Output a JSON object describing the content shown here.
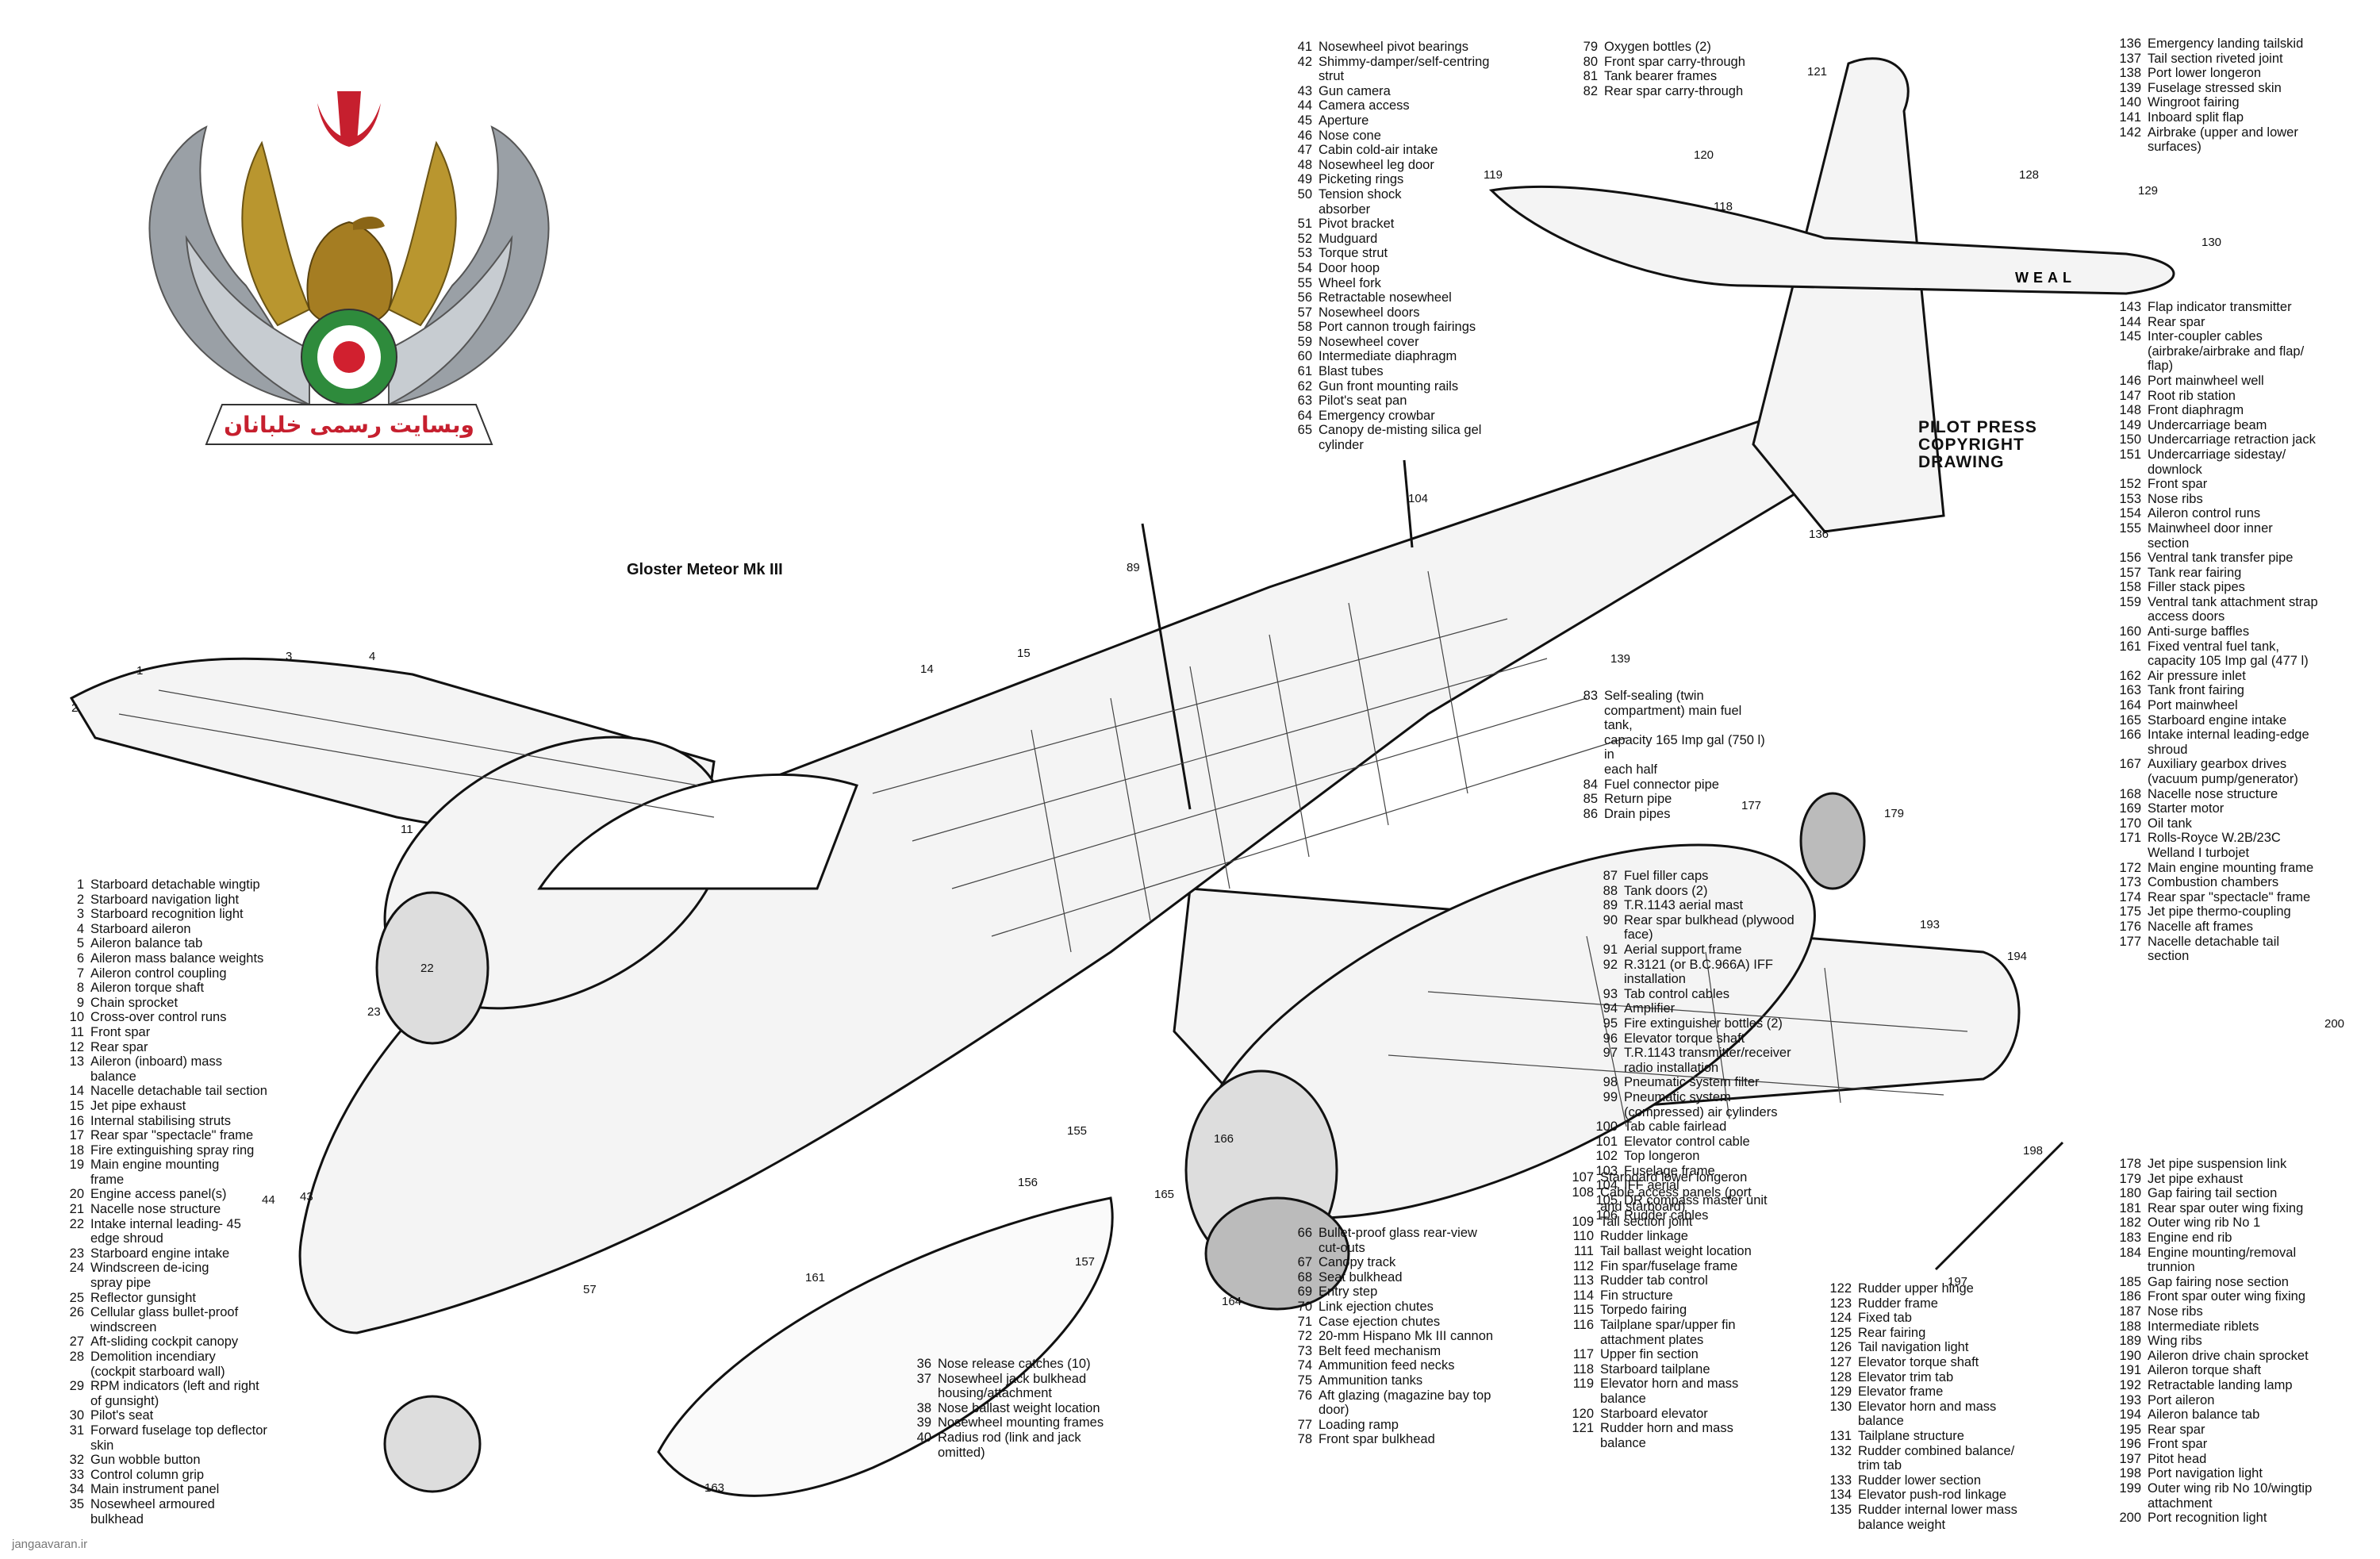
{
  "title": "Gloster Meteor Mk III",
  "copyright": [
    "PILOT PRESS",
    "COPYRIGHT",
    "DRAWING"
  ],
  "watermark": "jangaavaran.ir",
  "emblem_text": "وبسایت رسمی خلبانان",
  "artist_signature": "WEAL",
  "legend_a": [
    {
      "n": "1",
      "t": "Starboard detachable wingtip"
    },
    {
      "n": "2",
      "t": "Starboard navigation light"
    },
    {
      "n": "3",
      "t": "Starboard recognition light"
    },
    {
      "n": "4",
      "t": "Starboard aileron"
    },
    {
      "n": "5",
      "t": "Aileron balance tab"
    },
    {
      "n": "6",
      "t": "Aileron mass balance weights"
    },
    {
      "n": "7",
      "t": "Aileron control coupling"
    },
    {
      "n": "8",
      "t": "Aileron torque shaft"
    },
    {
      "n": "9",
      "t": "Chain sprocket"
    },
    {
      "n": "10",
      "t": "Cross-over control runs"
    },
    {
      "n": "11",
      "t": "Front spar"
    },
    {
      "n": "12",
      "t": "Rear spar"
    },
    {
      "n": "13",
      "t": "Aileron (inboard) mass\nbalance"
    },
    {
      "n": "14",
      "t": "Nacelle detachable tail section"
    },
    {
      "n": "15",
      "t": "Jet pipe exhaust"
    },
    {
      "n": "16",
      "t": "Internal stabilising struts"
    },
    {
      "n": "17",
      "t": "Rear spar \"spectacle\" frame"
    },
    {
      "n": "18",
      "t": "Fire extinguishing spray ring"
    },
    {
      "n": "19",
      "t": "Main engine mounting\nframe"
    },
    {
      "n": "20",
      "t": "Engine access panel(s)"
    },
    {
      "n": "21",
      "t": "Nacelle nose structure"
    },
    {
      "n": "22",
      "t": "Intake internal leading- 45\nedge shroud"
    },
    {
      "n": "23",
      "t": "Starboard engine intake"
    },
    {
      "n": "24",
      "t": "Windscreen de-icing\nspray pipe"
    },
    {
      "n": "25",
      "t": "Reflector gunsight"
    },
    {
      "n": "26",
      "t": "Cellular glass bullet-proof\nwindscreen"
    },
    {
      "n": "27",
      "t": "Aft-sliding cockpit canopy"
    },
    {
      "n": "28",
      "t": "Demolition incendiary\n(cockpit starboard wall)"
    },
    {
      "n": "29",
      "t": "RPM indicators (left and right\nof gunsight)"
    },
    {
      "n": "30",
      "t": "Pilot's seat"
    },
    {
      "n": "31",
      "t": "Forward fuselage top deflector\nskin"
    },
    {
      "n": "32",
      "t": "Gun wobble button"
    },
    {
      "n": "33",
      "t": "Control column grip"
    },
    {
      "n": "34",
      "t": "Main instrument panel"
    },
    {
      "n": "35",
      "t": "Nosewheel armoured\nbulkhead"
    }
  ],
  "legend_b": [
    {
      "n": "36",
      "t": "Nose release catches (10)"
    },
    {
      "n": "37",
      "t": "Nosewheel jack bulkhead\nhousing/attachment"
    },
    {
      "n": "38",
      "t": "Nose ballast weight location"
    },
    {
      "n": "39",
      "t": "Nosewheel mounting frames"
    },
    {
      "n": "40",
      "t": "Radius rod (link and jack\nomitted)"
    }
  ],
  "legend_c": [
    {
      "n": "41",
      "t": "Nosewheel pivot bearings"
    },
    {
      "n": "42",
      "t": "Shimmy-damper/self-centring\nstrut"
    },
    {
      "n": "43",
      "t": "Gun camera"
    },
    {
      "n": "44",
      "t": "Camera access"
    },
    {
      "n": "45",
      "t": "Aperture"
    },
    {
      "n": "46",
      "t": "Nose cone"
    },
    {
      "n": "47",
      "t": "Cabin cold-air intake"
    },
    {
      "n": "48",
      "t": "Nosewheel leg door"
    },
    {
      "n": "49",
      "t": "Picketing rings"
    },
    {
      "n": "50",
      "t": "Tension shock\nabsorber"
    },
    {
      "n": "51",
      "t": "Pivot bracket"
    },
    {
      "n": "52",
      "t": "Mudguard"
    },
    {
      "n": "53",
      "t": "Torque strut"
    },
    {
      "n": "54",
      "t": "Door hoop"
    },
    {
      "n": "55",
      "t": "Wheel fork"
    },
    {
      "n": "56",
      "t": "Retractable nosewheel"
    },
    {
      "n": "57",
      "t": "Nosewheel doors"
    },
    {
      "n": "58",
      "t": "Port cannon trough fairings"
    },
    {
      "n": "59",
      "t": "Nosewheel cover"
    },
    {
      "n": "60",
      "t": "Intermediate diaphragm"
    },
    {
      "n": "61",
      "t": "Blast tubes"
    },
    {
      "n": "62",
      "t": "Gun front mounting rails"
    },
    {
      "n": "63",
      "t": "Pilot's seat pan"
    },
    {
      "n": "64",
      "t": "Emergency crowbar"
    },
    {
      "n": "65",
      "t": "Canopy de-misting silica gel\ncylinder"
    }
  ],
  "legend_d": [
    {
      "n": "66",
      "t": "Bullet-proof glass rear-view\ncut-outs"
    },
    {
      "n": "67",
      "t": "Canopy track"
    },
    {
      "n": "68",
      "t": "Seat bulkhead"
    },
    {
      "n": "69",
      "t": "Entry step"
    },
    {
      "n": "70",
      "t": "Link ejection chutes"
    },
    {
      "n": "71",
      "t": "Case ejection chutes"
    },
    {
      "n": "72",
      "t": "20-mm Hispano Mk III cannon"
    },
    {
      "n": "73",
      "t": "Belt feed mechanism"
    },
    {
      "n": "74",
      "t": "Ammunition feed necks"
    },
    {
      "n": "75",
      "t": "Ammunition tanks"
    },
    {
      "n": "76",
      "t": "Aft glazing (magazine bay top\ndoor)"
    },
    {
      "n": "77",
      "t": "Loading ramp"
    },
    {
      "n": "78",
      "t": "Front spar bulkhead"
    }
  ],
  "legend_e": [
    {
      "n": "79",
      "t": "Oxygen bottles (2)"
    },
    {
      "n": "80",
      "t": "Front spar carry-through"
    },
    {
      "n": "81",
      "t": "Tank bearer frames"
    },
    {
      "n": "82",
      "t": "Rear spar carry-through"
    }
  ],
  "legend_f": [
    {
      "n": "83",
      "t": "Self-sealing (twin\ncompartment) main fuel tank,\ncapacity 165 Imp gal (750 l) in\neach half"
    },
    {
      "n": "84",
      "t": "Fuel connector pipe"
    },
    {
      "n": "85",
      "t": "Return pipe"
    },
    {
      "n": "86",
      "t": "Drain pipes"
    }
  ],
  "legend_l": [
    {
      "n": "87",
      "t": "Fuel filler caps"
    },
    {
      "n": "88",
      "t": "Tank doors (2)"
    },
    {
      "n": "89",
      "t": "T.R.1143 aerial mast"
    },
    {
      "n": "90",
      "t": "Rear spar bulkhead (plywood\nface)"
    },
    {
      "n": "91",
      "t": "Aerial support frame"
    },
    {
      "n": "92",
      "t": "R.3121 (or B.C.966A) IFF\ninstallation"
    },
    {
      "n": "93",
      "t": "Tab control cables"
    },
    {
      "n": "94",
      "t": "Amplifier"
    },
    {
      "n": "95",
      "t": "Fire extinguisher bottles (2)"
    },
    {
      "n": "96",
      "t": "Elevator torque shaft"
    },
    {
      "n": "97",
      "t": "T.R.1143 transmitter/receiver\nradio installation"
    },
    {
      "n": "98",
      "t": "Pneumatic system filter"
    },
    {
      "n": "99",
      "t": "Pneumatic system\n(compressed) air cylinders"
    },
    {
      "n": "100",
      "t": "Tab cable fairlead"
    },
    {
      "n": "101",
      "t": "Elevator control cable"
    },
    {
      "n": "102",
      "t": "Top longeron"
    },
    {
      "n": "103",
      "t": "Fuselage frame"
    },
    {
      "n": "104",
      "t": "IFF aerial"
    },
    {
      "n": "105",
      "t": "DR compass master unit"
    },
    {
      "n": "106",
      "t": "Rudder cables"
    }
  ],
  "legend_g": [
    {
      "n": "107",
      "t": "Starboard lower longeron"
    },
    {
      "n": "108",
      "t": "Cable access panels (port\nand starboard)"
    },
    {
      "n": "109",
      "t": "Tail section joint"
    },
    {
      "n": "110",
      "t": "Rudder linkage"
    },
    {
      "n": "111",
      "t": "Tail ballast weight location"
    },
    {
      "n": "112",
      "t": "Fin spar/fuselage frame"
    },
    {
      "n": "113",
      "t": "Rudder tab control"
    },
    {
      "n": "114",
      "t": "Fin structure"
    },
    {
      "n": "115",
      "t": "Torpedo fairing"
    },
    {
      "n": "116",
      "t": "Tailplane spar/upper fin\nattachment plates"
    },
    {
      "n": "117",
      "t": "Upper fin section"
    },
    {
      "n": "118",
      "t": "Starboard tailplane"
    },
    {
      "n": "119",
      "t": "Elevator horn and mass\nbalance"
    },
    {
      "n": "120",
      "t": "Starboard elevator"
    },
    {
      "n": "121",
      "t": "Rudder horn and mass\nbalance"
    }
  ],
  "legend_h": [
    {
      "n": "122",
      "t": "Rudder upper hinge"
    },
    {
      "n": "123",
      "t": "Rudder frame"
    },
    {
      "n": "124",
      "t": "Fixed tab"
    },
    {
      "n": "125",
      "t": "Rear fairing"
    },
    {
      "n": "126",
      "t": "Tail navigation light"
    },
    {
      "n": "127",
      "t": "Elevator torque shaft"
    },
    {
      "n": "128",
      "t": "Elevator trim tab"
    },
    {
      "n": "129",
      "t": "Elevator frame"
    },
    {
      "n": "130",
      "t": "Elevator horn and mass\nbalance"
    },
    {
      "n": "131",
      "t": "Tailplane structure"
    },
    {
      "n": "132",
      "t": "Rudder combined balance/\ntrim tab"
    },
    {
      "n": "133",
      "t": "Rudder lower section"
    },
    {
      "n": "134",
      "t": "Elevator push-rod linkage"
    },
    {
      "n": "135",
      "t": "Rudder internal lower mass\nbalance weight"
    }
  ],
  "legend_i": [
    {
      "n": "136",
      "t": "Emergency landing tailskid"
    },
    {
      "n": "137",
      "t": "Tail section riveted joint"
    },
    {
      "n": "138",
      "t": "Port lower longeron"
    },
    {
      "n": "139",
      "t": "Fuselage stressed skin"
    },
    {
      "n": "140",
      "t": "Wingroot fairing"
    },
    {
      "n": "141",
      "t": "Inboard split flap"
    },
    {
      "n": "142",
      "t": "Airbrake (upper and lower\nsurfaces)"
    }
  ],
  "legend_j": [
    {
      "n": "143",
      "t": "Flap indicator transmitter"
    },
    {
      "n": "144",
      "t": "Rear spar"
    },
    {
      "n": "145",
      "t": "Inter-coupler cables\n(airbrake/airbrake and flap/\nflap)"
    },
    {
      "n": "146",
      "t": "Port mainwheel well"
    },
    {
      "n": "147",
      "t": "Root rib station"
    },
    {
      "n": "148",
      "t": "Front diaphragm"
    },
    {
      "n": "149",
      "t": "Undercarriage beam"
    },
    {
      "n": "150",
      "t": "Undercarriage retraction jack"
    },
    {
      "n": "151",
      "t": "Undercarriage sidestay/\ndownlock"
    },
    {
      "n": "152",
      "t": "Front spar"
    },
    {
      "n": "153",
      "t": "Nose ribs"
    },
    {
      "n": "154",
      "t": "Aileron control runs"
    },
    {
      "n": "155",
      "t": "Mainwheel door inner\nsection"
    },
    {
      "n": "156",
      "t": "Ventral tank transfer pipe"
    },
    {
      "n": "157",
      "t": "Tank rear fairing"
    },
    {
      "n": "158",
      "t": "Filler stack pipes"
    },
    {
      "n": "159",
      "t": "Ventral tank attachment strap\naccess doors"
    },
    {
      "n": "160",
      "t": "Anti-surge baffles"
    },
    {
      "n": "161",
      "t": "Fixed ventral fuel tank,\ncapacity 105 Imp gal (477 l)"
    },
    {
      "n": "162",
      "t": "Air pressure inlet"
    },
    {
      "n": "163",
      "t": "Tank front fairing"
    },
    {
      "n": "164",
      "t": "Port mainwheel"
    },
    {
      "n": "165",
      "t": "Starboard engine intake"
    },
    {
      "n": "166",
      "t": "Intake internal leading-edge\nshroud"
    },
    {
      "n": "167",
      "t": "Auxiliary gearbox drives\n(vacuum pump/generator)"
    },
    {
      "n": "168",
      "t": "Nacelle nose structure"
    },
    {
      "n": "169",
      "t": "Starter motor"
    },
    {
      "n": "170",
      "t": "Oil tank"
    },
    {
      "n": "171",
      "t": "Rolls-Royce W.2B/23C\nWelland I turbojet"
    },
    {
      "n": "172",
      "t": "Main engine mounting frame"
    },
    {
      "n": "173",
      "t": "Combustion chambers"
    },
    {
      "n": "174",
      "t": "Rear spar \"spectacle\" frame"
    },
    {
      "n": "175",
      "t": "Jet pipe thermo-coupling"
    },
    {
      "n": "176",
      "t": "Nacelle aft frames"
    },
    {
      "n": "177",
      "t": "Nacelle detachable tail\nsection"
    }
  ],
  "legend_k": [
    {
      "n": "178",
      "t": "Jet pipe suspension link"
    },
    {
      "n": "179",
      "t": "Jet pipe exhaust"
    },
    {
      "n": "180",
      "t": "Gap fairing tail section"
    },
    {
      "n": "181",
      "t": "Rear spar outer wing fixing"
    },
    {
      "n": "182",
      "t": "Outer wing rib No 1"
    },
    {
      "n": "183",
      "t": "Engine end rib"
    },
    {
      "n": "184",
      "t": "Engine mounting/removal\ntrunnion"
    },
    {
      "n": "185",
      "t": "Gap fairing nose section"
    },
    {
      "n": "186",
      "t": "Front spar outer wing fixing"
    },
    {
      "n": "187",
      "t": "Nose ribs"
    },
    {
      "n": "188",
      "t": "Intermediate riblets"
    },
    {
      "n": "189",
      "t": "Wing ribs"
    },
    {
      "n": "190",
      "t": "Aileron drive chain sprocket"
    },
    {
      "n": "191",
      "t": "Aileron torque shaft"
    },
    {
      "n": "192",
      "t": "Retractable landing lamp"
    },
    {
      "n": "193",
      "t": "Port aileron"
    },
    {
      "n": "194",
      "t": "Aileron balance tab"
    },
    {
      "n": "195",
      "t": "Rear spar"
    },
    {
      "n": "196",
      "t": "Front spar"
    },
    {
      "n": "197",
      "t": "Pitot head"
    },
    {
      "n": "198",
      "t": "Port navigation light"
    },
    {
      "n": "199",
      "t": "Outer wing rib No 10/wingtip\nattachment"
    },
    {
      "n": "200",
      "t": "Port recognition light"
    }
  ]
}
